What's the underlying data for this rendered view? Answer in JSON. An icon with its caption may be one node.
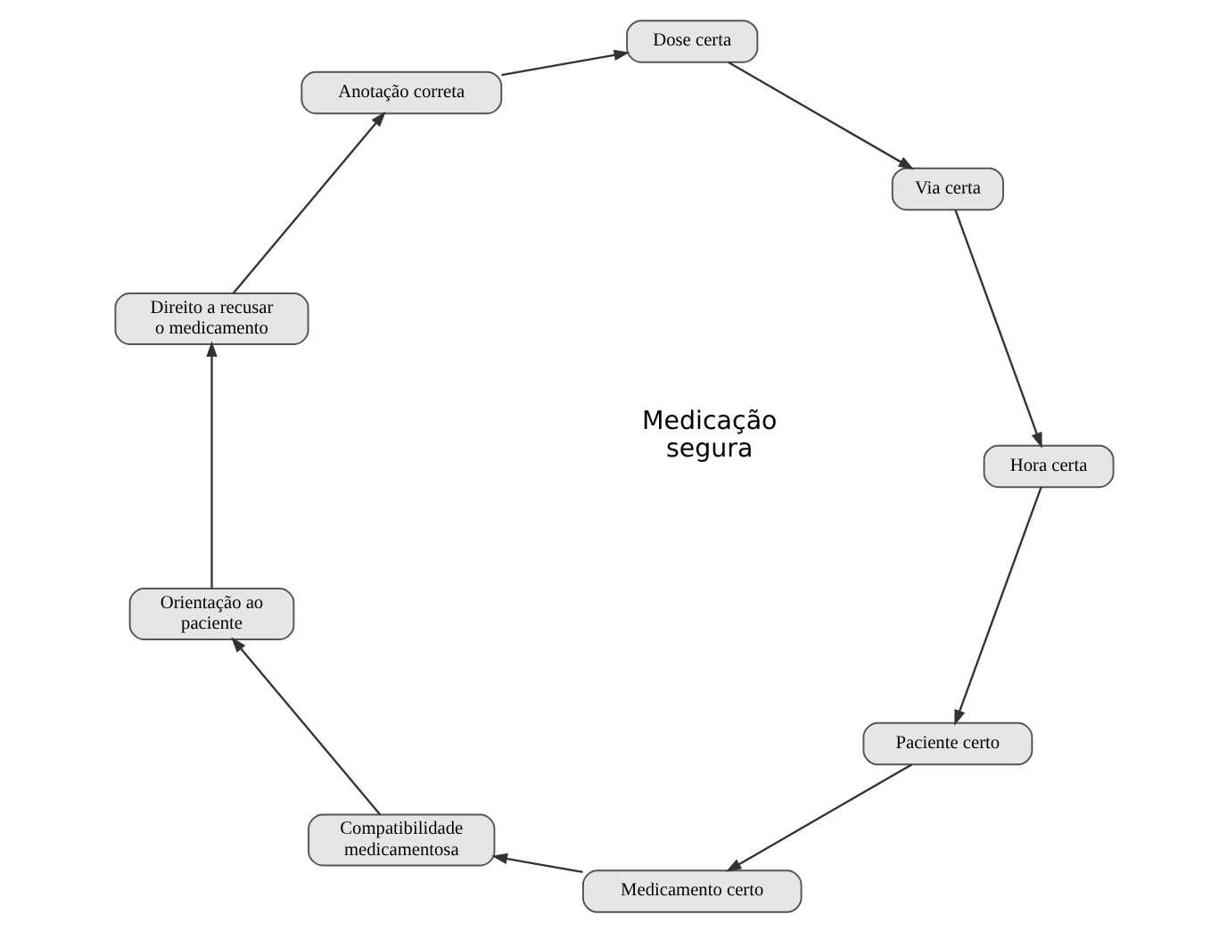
{
  "diagram": {
    "nodes": [
      {
        "text": [
          "Paciente certo"
        ]
      },
      {
        "text": [
          "Medicamento certo"
        ]
      },
      {
        "text": [
          "Compatibilidade medicamentosa"
        ]
      },
      {
        "text": [
          "Orientação ao paciente"
        ]
      },
      {
        "text": [
          "Direito a recusar o medicamento"
        ]
      },
      {
        "text": [
          "Anotação correta"
        ]
      },
      {
        "text": [
          "Dose certa"
        ]
      },
      {
        "text": [
          "Via certa"
        ]
      },
      {
        "text": [
          "Hora certa"
        ]
      }
    ],
    "edges": [
      {
        "from": 0,
        "to": 1,
        "arrow": "to"
      },
      {
        "from": 1,
        "to": 2,
        "arrow": "to"
      },
      {
        "from": 2,
        "to": 3,
        "arrow": "to"
      },
      {
        "from": 3,
        "to": 4,
        "arrow": "to"
      },
      {
        "from": 4,
        "to": 5,
        "arrow": "to"
      },
      {
        "from": 5,
        "to": 6,
        "arrow": "to"
      },
      {
        "from": 6,
        "to": 7,
        "arrow": "to"
      },
      {
        "from": 7,
        "to": 8,
        "arrow": "to"
      },
      {
        "from": 8,
        "to": 0,
        "arrow": "to"
      }
    ],
    "labels": [
      "Medicação segura"
    ]
  }
}
